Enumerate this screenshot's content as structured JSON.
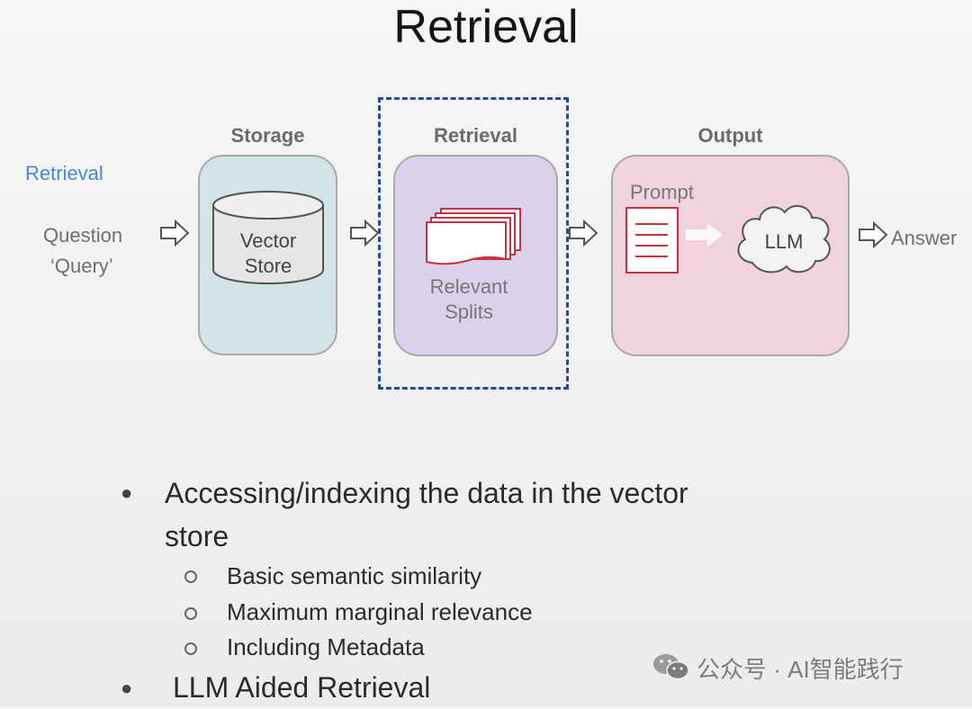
{
  "title": "Retrieval",
  "side_label": "Retrieval",
  "question_line1": "Question",
  "question_line2": "‘Query’",
  "stages": {
    "storage": {
      "header": "Storage",
      "content_line1": "Vector",
      "content_line2": "Store"
    },
    "retrieval": {
      "header": "Retrieval",
      "content_line1": "Relevant",
      "content_line2": "Splits"
    },
    "output": {
      "header": "Output",
      "prompt_label": "Prompt",
      "llm_label": "LLM"
    }
  },
  "answer": "Answer",
  "bullets": [
    {
      "line1": "Accessing/indexing the data in the vector",
      "line2": "store",
      "subitems": [
        "Basic semantic similarity",
        "Maximum marginal relevance",
        "Including Metadata"
      ]
    },
    {
      "line1": "LLM Aided Retrieval"
    }
  ],
  "watermark": "公众号 · AI智能践行",
  "colors": {
    "storage_fill": "#d3e3e6",
    "retrieval_fill": "#dcd1ec",
    "output_fill": "#f1d3de",
    "highlight_dash": "#1f4f9a",
    "doc_stroke": "#c8323c",
    "side_label": "#4a86e0"
  },
  "icons": [
    "flow-arrow-icon",
    "database-cylinder-icon",
    "document-stack-icon",
    "prompt-document-icon",
    "cloud-icon",
    "wechat-icon"
  ]
}
